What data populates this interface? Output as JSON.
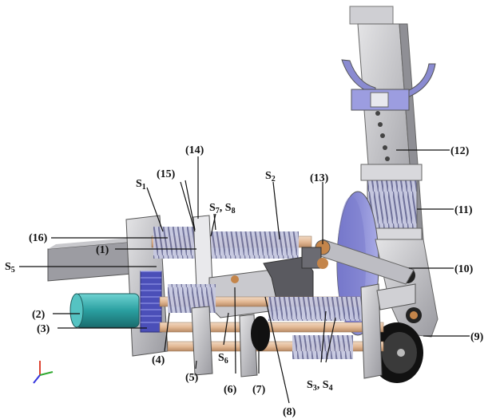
{
  "labels": {
    "l1": "(1)",
    "l2": "(2)",
    "l3": "(3)",
    "l4": "(4)",
    "l5": "(5)",
    "l6": "(6)",
    "l7": "(7)",
    "l8": "(8)",
    "l9": "(9)",
    "l10": "(10)",
    "l11": "(11)",
    "l12": "(12)",
    "l13": "(13)",
    "l14": "(14)",
    "l15": "(15)",
    "l16": "(16)",
    "s1_main": "S",
    "s1_sub": "1",
    "s2_main": "S",
    "s2_sub": "2",
    "s7_main": "S",
    "s7_sub": "7",
    "s8_main": ", S",
    "s8_sub": "8",
    "s5_main": "S",
    "s5_sub": "5",
    "s6_main": "S",
    "s6_sub": "6",
    "s3_main": "S",
    "s3_sub": "3",
    "s4_main": ", S",
    "s4_sub": "4"
  },
  "colors": {
    "motor": "#2a9fa0",
    "gear": "#4b4fb8",
    "rods": "#e3b995",
    "springs": "#c5c7df",
    "disc": "#8a8bd1",
    "frame": "#b4b4b8"
  }
}
